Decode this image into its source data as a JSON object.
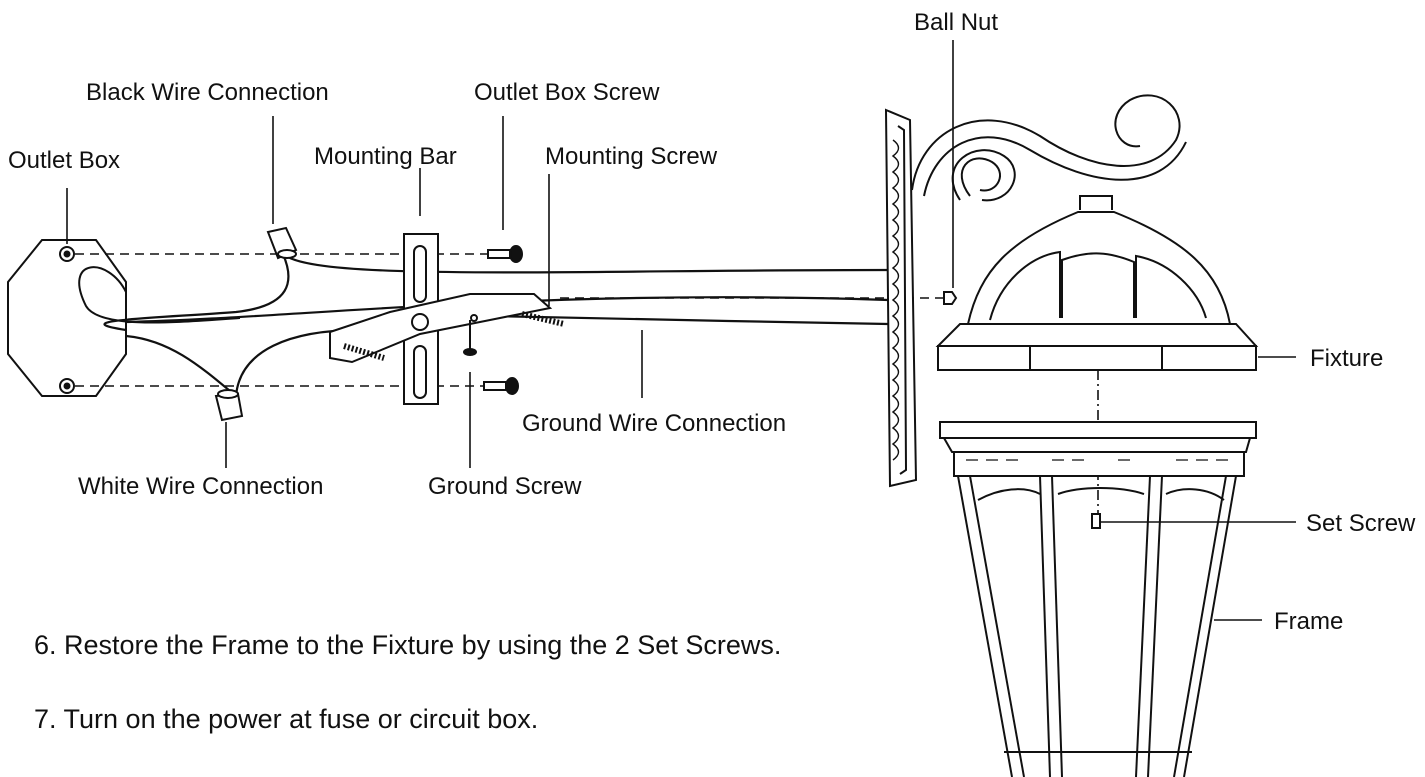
{
  "labels": {
    "ball_nut": "Ball Nut",
    "black_wire_connection": "Black Wire Connection",
    "outlet_box_screw": "Outlet Box Screw",
    "outlet_box": "Outlet Box",
    "mounting_bar": "Mounting Bar",
    "mounting_screw": "Mounting Screw",
    "fixture": "Fixture",
    "ground_wire_connection": "Ground Wire Connection",
    "white_wire_connection": "White Wire Connection",
    "ground_screw": "Ground Screw",
    "set_screw": "Set Screw",
    "frame": "Frame"
  },
  "steps": [
    "6.  Restore the Frame to the Fixture by using the 2 Set Screws.",
    "7.  Turn on the power at fuse or circuit box."
  ],
  "colors": {
    "line": "#111111",
    "background": "#ffffff"
  }
}
